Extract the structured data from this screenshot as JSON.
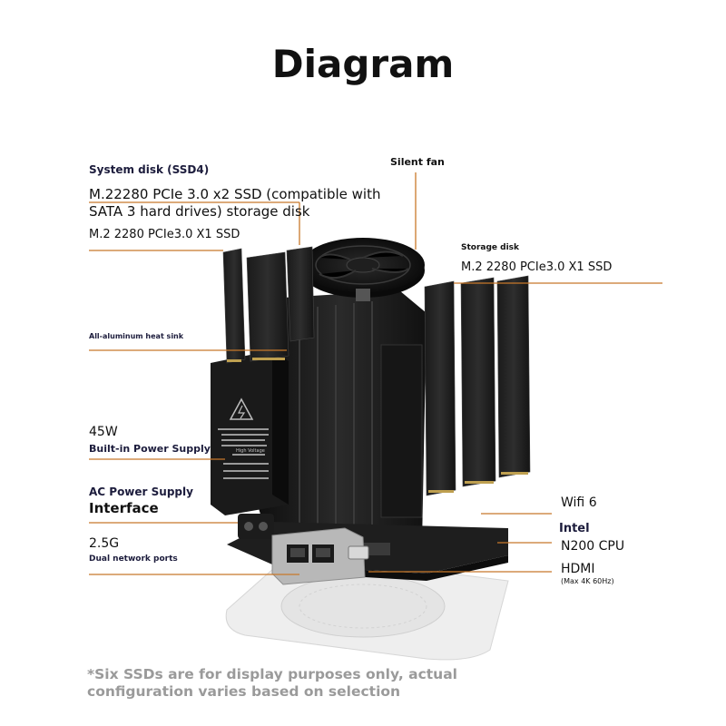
{
  "title": "Diagram",
  "labels": {
    "system_disk_heading": "System disk (SSD4)",
    "system_disk_line1": "M.22280 PCIe 3.0 x2 SSD (compatible with",
    "system_disk_line2": "SATA 3 hard drives) storage disk",
    "m2_left": "M.2 2280 PCIe3.0 X1 SSD",
    "silent_fan": "Silent fan",
    "storage_disk": "Storage disk",
    "m2_right": "M.2 2280 PCIe3.0 X1 SSD",
    "heat_sink": "All-aluminum heat sink",
    "power_watt": "45W",
    "power_supply": "Built-in Power Supply",
    "ac_line1": "AC Power Supply",
    "ac_line2": "Interface",
    "network_speed": "2.5G",
    "network_ports": "Dual network ports",
    "wifi": "Wifi 6",
    "intel": "Intel",
    "cpu": "N200 CPU",
    "hdmi": "HDMI",
    "hdmi_note": "(Max 4K 60Hz)"
  },
  "device_text": {
    "psu_text": "High Voltage"
  },
  "footnote": {
    "line1": "*Six SSDs are for display purposes only, actual",
    "line2": "configuration varies based on selection"
  },
  "colors": {
    "leader": "#c8782a",
    "device_dark": "#1b1b1b",
    "footnote": "#9a9a9a"
  }
}
